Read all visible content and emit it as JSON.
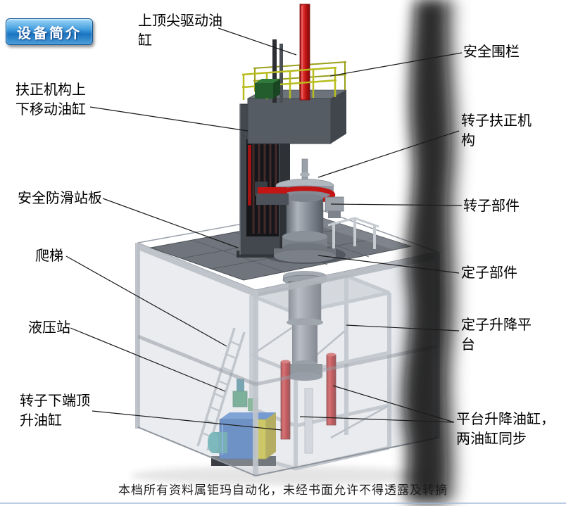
{
  "page": {
    "badge": "设备简介",
    "watermark": "本档所有资料属钜玛自动化，未经书面允许不得透露及转摘"
  },
  "labels": [
    {
      "id": "top-tip-drive-cylinder",
      "text": "上顶尖驱动油缸"
    },
    {
      "id": "safety-fence",
      "text": "安全围栏"
    },
    {
      "id": "centering-updown-cylinder",
      "text": "扶正机构上下移动油缸"
    },
    {
      "id": "rotor-centering-mechanism",
      "text": "转子扶正机构"
    },
    {
      "id": "anti-slip-platform",
      "text": "安全防滑站板"
    },
    {
      "id": "rotor-component",
      "text": "转子部件"
    },
    {
      "id": "ladder",
      "text": "爬梯"
    },
    {
      "id": "stator-component",
      "text": "定子部件"
    },
    {
      "id": "hydraulic-station",
      "text": "液压站"
    },
    {
      "id": "stator-lift-platform",
      "text": "定子升降平台"
    },
    {
      "id": "rotor-bottom-jack-cylinder",
      "text": "转子下端顶升油缸"
    },
    {
      "id": "platform-lift-cylinders",
      "text": "平台升降油缸，两油缸同步"
    }
  ],
  "colors": {
    "accent_red": "#c41212",
    "badge_blue": "#1b74c0",
    "railing_yellow": "#b8bd1d",
    "hydraulic_blue": "#1f5cb4",
    "label_black": "#000000"
  }
}
